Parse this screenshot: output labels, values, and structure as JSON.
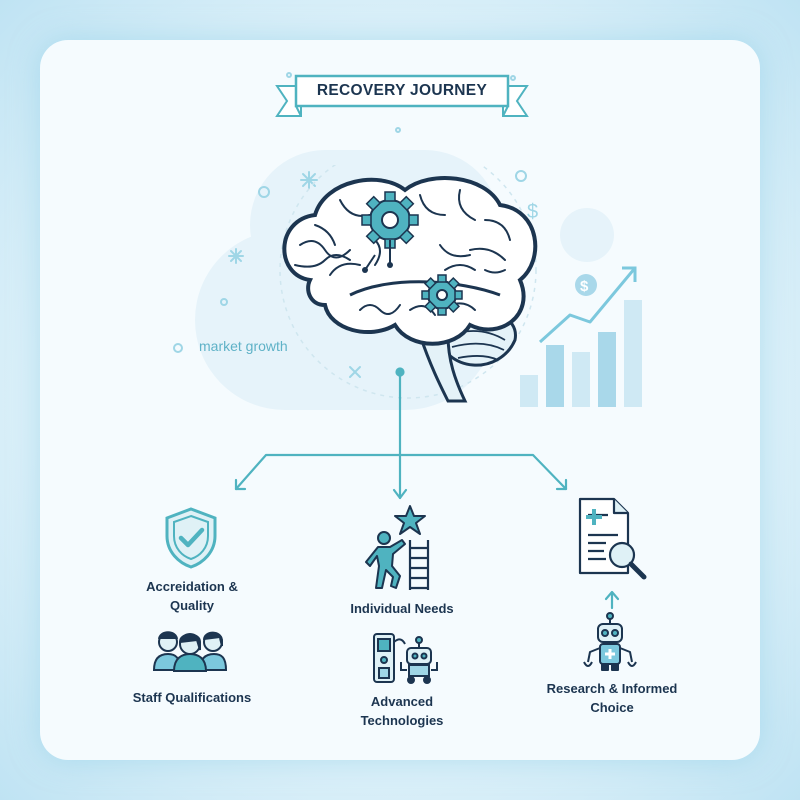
{
  "title": "RECOVERY JOURNEY",
  "annotation": "market growth",
  "colors": {
    "navy": "#1c3550",
    "teal": "#4fb3c0",
    "light_teal": "#9fd6e6",
    "background": "#f5fbfe"
  },
  "center_icon": "brain-with-gears-icon",
  "branches": [
    {
      "position": "left",
      "items": [
        {
          "label": "Accreidation & Quality",
          "icon": "shield-check-icon"
        },
        {
          "label": "Staff Qualifications",
          "icon": "staff-group-icon"
        }
      ]
    },
    {
      "position": "center",
      "items": [
        {
          "label": "Individual Needs",
          "icon": "person-climbing-ladder-icon"
        },
        {
          "label": "Advanced Technologies",
          "icon": "robot-device-icon"
        }
      ]
    },
    {
      "position": "right",
      "items": [
        {
          "label": "Research & Informed Choice",
          "icon": "document-search-icon"
        },
        {
          "label": "",
          "icon": "robot-icon"
        }
      ]
    }
  ],
  "decorations": [
    "bar-chart-icon",
    "dollar-icon",
    "sparkle-icon"
  ]
}
